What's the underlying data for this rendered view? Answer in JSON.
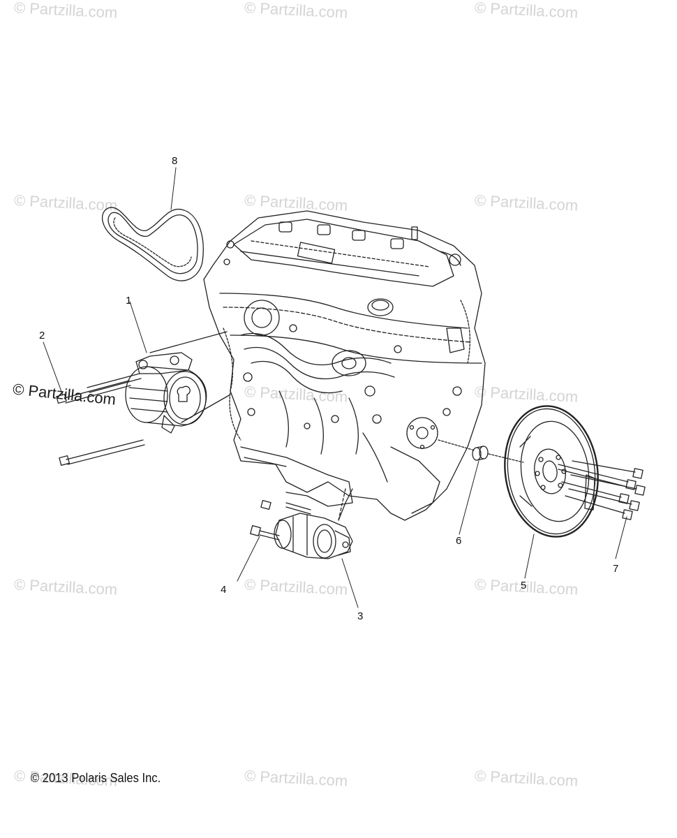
{
  "watermark": "© Partzilla.com",
  "callouts": {
    "c1": "1",
    "c2": "2",
    "c3": "3",
    "c4": "4",
    "c5": "5",
    "c6": "6",
    "c7": "7",
    "c8": "8"
  },
  "copyright": "© 2013 Polaris Sales Inc.",
  "colors": {
    "line": "#222222",
    "watermark": "#d4d4d4"
  }
}
